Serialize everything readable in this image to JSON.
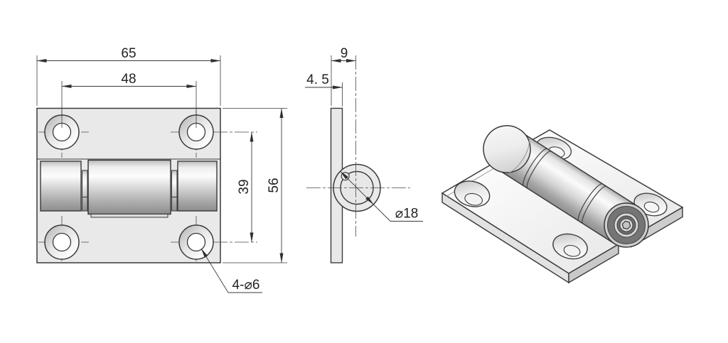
{
  "drawing": {
    "front_view": {
      "dim_width": "65",
      "dim_hole_pitch_h": "48",
      "dim_hole_pitch_v": "39",
      "dim_height": "56",
      "holes_note": "4-⌀6"
    },
    "side_view": {
      "dim_knuckle_offset": "9",
      "dim_leaf_thickness": "4. 5",
      "knuckle_diameter": "⌀18"
    },
    "colors": {
      "line": "#3a3a3a",
      "plate_fill": "#e9e9e9",
      "background": "#ffffff"
    }
  }
}
